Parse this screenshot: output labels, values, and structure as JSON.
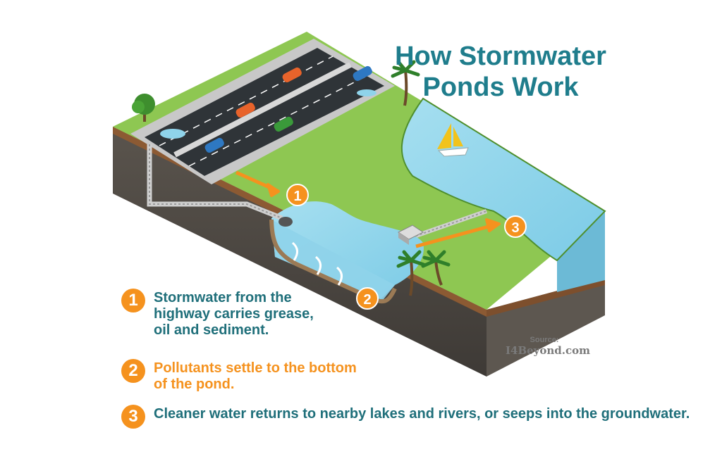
{
  "title": {
    "line1": "How Stormwater",
    "line2": "Ponds Work"
  },
  "markers": [
    "1",
    "2",
    "3"
  ],
  "steps": [
    {
      "number": "1",
      "line1": "Stormwater from the",
      "line2": "highway carries grease,",
      "line3": "oil and sediment."
    },
    {
      "number": "2",
      "line1": "Pollutants settle to the bottom",
      "line2": "of the pond."
    },
    {
      "number": "3",
      "line1": "Cleaner water returns to nearby lakes and rivers, or seeps into the groundwater."
    }
  ],
  "source": {
    "label": "Source:",
    "url": "I4Beyond.com"
  },
  "colors": {
    "title": "#1f7d8c",
    "accent": "#f5921e",
    "grass": "#8ec752",
    "water": "#8fd3ea",
    "soil": "#4a4540",
    "road": "#2f3438"
  },
  "icons": [
    "palm-tree-icon",
    "tree-icon",
    "car-icon",
    "sailboat-icon",
    "drain-grate-icon",
    "arrow-icon"
  ]
}
